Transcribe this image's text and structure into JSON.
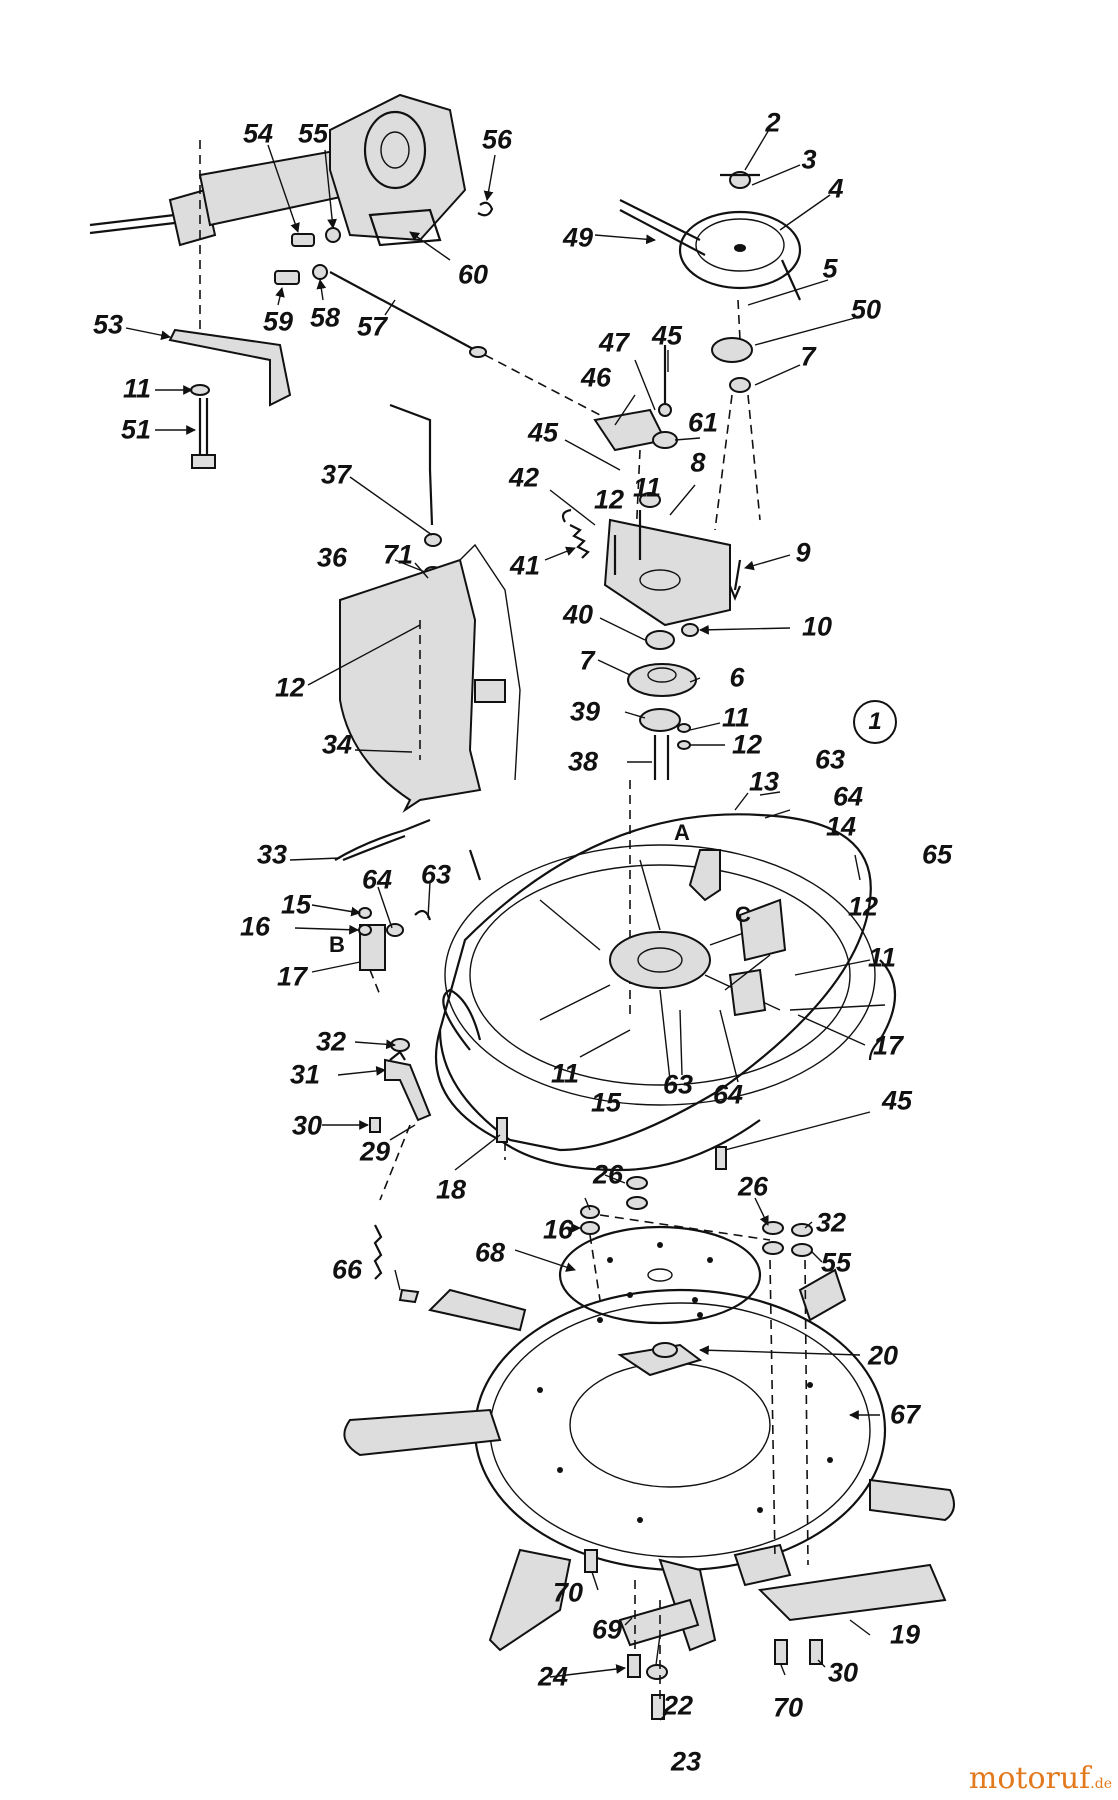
{
  "figure_number": "1",
  "callouts": [
    "54",
    "55",
    "56",
    "60",
    "59",
    "58",
    "57",
    "53",
    "11",
    "51",
    "2",
    "3",
    "4",
    "49",
    "5",
    "50",
    "7",
    "47",
    "45",
    "46",
    "61",
    "45",
    "8",
    "11",
    "42",
    "12",
    "41",
    "9",
    "40",
    "10",
    "7",
    "6",
    "39",
    "11",
    "12",
    "38",
    "37",
    "71",
    "36",
    "12",
    "34",
    "13",
    "63",
    "64",
    "14",
    "65",
    "33",
    "64",
    "63",
    "15",
    "16",
    "17",
    "12",
    "11",
    "17",
    "32",
    "31",
    "11",
    "63",
    "64",
    "15",
    "45",
    "30",
    "29",
    "18",
    "26",
    "26",
    "32",
    "16",
    "55",
    "68",
    "66",
    "20",
    "67",
    "70",
    "69",
    "19",
    "24",
    "22",
    "70",
    "30",
    "23"
  ],
  "deck_letters": [
    "A",
    "C",
    "B"
  ],
  "watermark": {
    "text": "motoruf",
    "suffix": ".de"
  }
}
